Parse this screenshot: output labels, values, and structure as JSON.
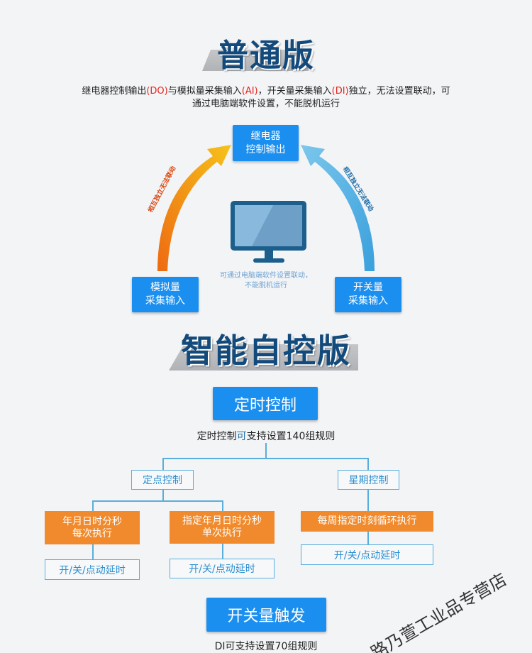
{
  "section1": {
    "title": "普通版",
    "desc": {
      "p1": "继电器控制输出",
      "do": "(DO)",
      "p2": "与模拟量采集输入",
      "ai": "(AI)",
      "p3": "，开关量采集输入",
      "di": "(DI)",
      "p4": "独立，无法设置联动，可",
      "line2": "通过电脑端软件设置，不能脱机运行"
    },
    "relay_box": {
      "line1": "继电器",
      "line2": "控制输出"
    },
    "ai_box": {
      "line1": "模拟量",
      "line2": "采集输入"
    },
    "di_box": {
      "line1": "开关量",
      "line2": "采集输入"
    },
    "left_arc_label": "相互独立无法联动",
    "right_arc_label": "相互独立无法联动",
    "pc_caption": {
      "line1": "可通过电脑端软件设置联动，",
      "line2": "不能脱机运行"
    }
  },
  "section2": {
    "title": "智能自控版",
    "timer_button": "定时控制",
    "timer_caption": {
      "p1": "定时控制",
      "p2": "可",
      "p3": "支持设置140组规则"
    },
    "fixed_point": "定点控制",
    "weekly": "星期控制",
    "every_time": {
      "line1": "年月日时分秒",
      "line2": "每次执行"
    },
    "single_time": {
      "line1": "指定年月日时分秒",
      "line2": "单次执行"
    },
    "weekly_loop": "每周指定时刻循环执行",
    "action1": "开/关/点动延时",
    "action2": "开/关/点动延时",
    "action3": "开/关/点动延时",
    "switch_button": "开关量触发",
    "switch_caption": "DI可支持设置70组规则"
  },
  "watermark": "路乃萱工业品专营店",
  "colors": {
    "blue": "#1b8ff0",
    "orange": "#f08a2c",
    "title": "#134a7c",
    "red": "#e8231c"
  }
}
